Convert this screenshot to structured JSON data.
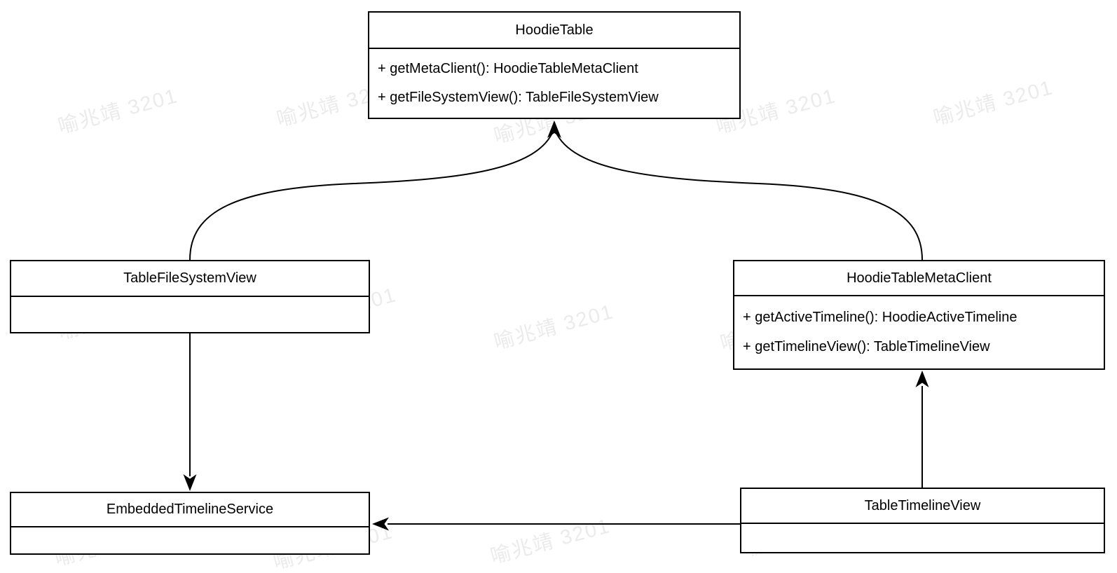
{
  "watermark": {
    "text": "喻兆靖 3201",
    "color": "#ebebeb"
  },
  "colors": {
    "line": "#000000",
    "box_fill": "#ffffff",
    "box_border": "#000000",
    "text": "#000000"
  },
  "diagram": {
    "type": "uml-class-diagram",
    "classes": [
      {
        "name": "HoodieTable",
        "methods": [
          "+ getMetaClient(): HoodieTableMetaClient",
          "+ getFileSystemView(): TableFileSystemView"
        ]
      },
      {
        "name": "TableFileSystemView",
        "methods": []
      },
      {
        "name": "HoodieTableMetaClient",
        "methods": [
          "+ getActiveTimeline(): HoodieActiveTimeline",
          "+ getTimelineView(): TableTimelineView"
        ]
      },
      {
        "name": "EmbeddedTimelineService",
        "methods": []
      },
      {
        "name": "TableTimelineView",
        "methods": []
      }
    ],
    "relations": [
      {
        "from": "TableFileSystemView",
        "to": "HoodieTable",
        "shape": "curved",
        "arrowhead": "filled"
      },
      {
        "from": "HoodieTableMetaClient",
        "to": "HoodieTable",
        "shape": "curved",
        "arrowhead": "filled"
      },
      {
        "from": "TableFileSystemView",
        "to": "EmbeddedTimelineService",
        "shape": "straight-vertical",
        "arrowhead": "filled"
      },
      {
        "from": "TableTimelineView",
        "to": "HoodieTableMetaClient",
        "shape": "straight-vertical",
        "arrowhead": "filled"
      },
      {
        "from": "TableTimelineView",
        "to": "EmbeddedTimelineService",
        "shape": "straight-horizontal",
        "arrowhead": "filled"
      }
    ]
  }
}
